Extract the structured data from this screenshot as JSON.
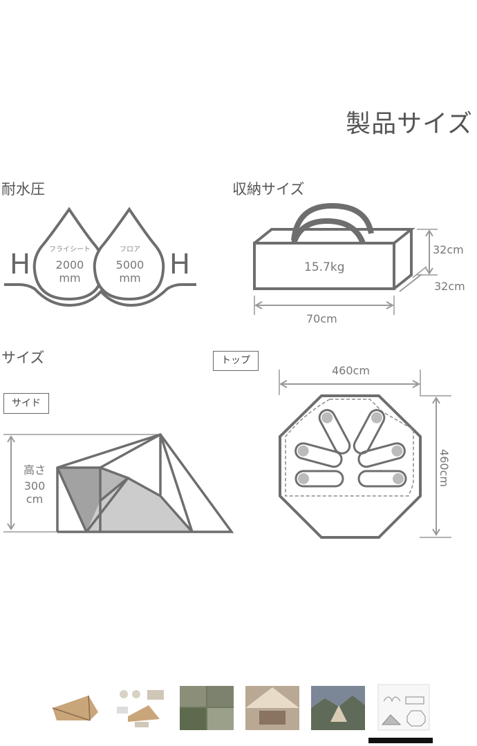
{
  "title": "製品サイズ",
  "water_pressure": {
    "title": "耐水圧",
    "left_letter": "H",
    "right_letter": "H",
    "fly": {
      "label": "フライシート",
      "value": "2000",
      "unit": "mm"
    },
    "floor": {
      "label": "フロア",
      "value": "5000",
      "unit": "mm"
    }
  },
  "storage": {
    "title": "収納サイズ",
    "weight": "15.7kg",
    "height": "32cm",
    "depth": "32cm",
    "width": "70cm"
  },
  "size": {
    "title": "サイズ",
    "side_label": "サイド",
    "top_label": "トップ",
    "height_label": "高さ",
    "height_value": "300",
    "height_unit": "cm",
    "top_width": "460cm",
    "top_depth": "460cm"
  },
  "thumbnails": [
    {
      "name": "tent-photo",
      "color": "#c9a57a"
    },
    {
      "name": "features-collage",
      "color": "#d8d2c4"
    },
    {
      "name": "outdoor-setup",
      "color": "#6e7a5e"
    },
    {
      "name": "living-room-scene",
      "color": "#b8a894"
    },
    {
      "name": "mountain-scene",
      "color": "#7b8796"
    },
    {
      "name": "product-size-diagram",
      "color": "#f2f2f2"
    }
  ]
}
